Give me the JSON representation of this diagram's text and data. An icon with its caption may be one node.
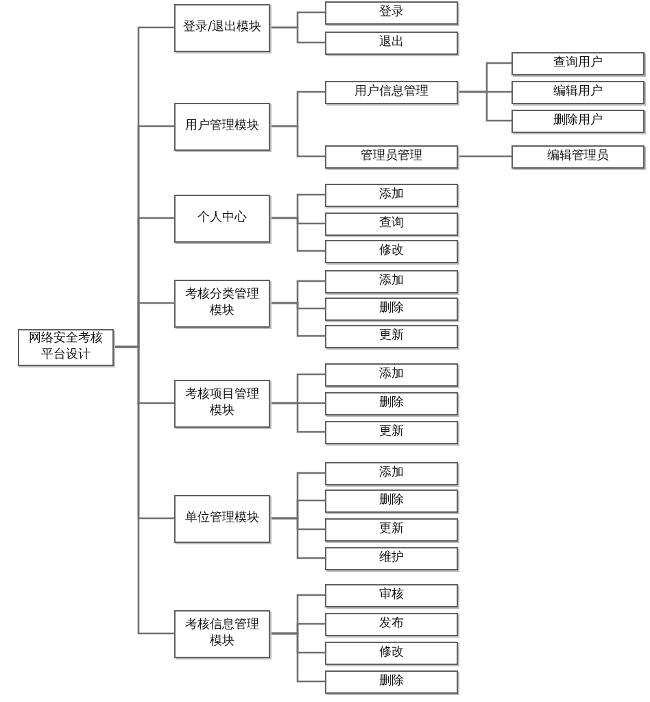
{
  "diagram": {
    "nodes": [
      {
        "text": [
          "网络安全考核平台设计"
        ]
      },
      {
        "text": [
          "登录/退出模块"
        ]
      },
      {
        "text": [
          "登录"
        ]
      },
      {
        "text": [
          "退出"
        ]
      },
      {
        "text": [
          "用户管理模块"
        ]
      },
      {
        "text": [
          "用户信息管理"
        ]
      },
      {
        "text": [
          "查询用户"
        ]
      },
      {
        "text": [
          "编辑用户"
        ]
      },
      {
        "text": [
          "删除用户"
        ]
      },
      {
        "text": [
          "管理员管理"
        ]
      },
      {
        "text": [
          "编辑管理员"
        ]
      },
      {
        "text": [
          "个人中心"
        ]
      },
      {
        "text": [
          "添加"
        ]
      },
      {
        "text": [
          "查询"
        ]
      },
      {
        "text": [
          "修改"
        ]
      },
      {
        "text": [
          "考核分类管理模块"
        ]
      },
      {
        "text": [
          "添加"
        ]
      },
      {
        "text": [
          "删除"
        ]
      },
      {
        "text": [
          "更新"
        ]
      },
      {
        "text": [
          "考核项目管理模块"
        ]
      },
      {
        "text": [
          "添加"
        ]
      },
      {
        "text": [
          "删除"
        ]
      },
      {
        "text": [
          "更新"
        ]
      },
      {
        "text": [
          "单位管理模块"
        ]
      },
      {
        "text": [
          "添加"
        ]
      },
      {
        "text": [
          "删除"
        ]
      },
      {
        "text": [
          "更新"
        ]
      },
      {
        "text": [
          "维护"
        ]
      },
      {
        "text": [
          "考核信息管理模块"
        ]
      },
      {
        "text": [
          "审核"
        ]
      },
      {
        "text": [
          "发布"
        ]
      },
      {
        "text": [
          "修改"
        ]
      },
      {
        "text": [
          "删除"
        ]
      }
    ],
    "edges": [
      {
        "from": 0,
        "to": 1,
        "arrow": "none"
      },
      {
        "from": 0,
        "to": 4,
        "arrow": "none"
      },
      {
        "from": 0,
        "to": 11,
        "arrow": "none"
      },
      {
        "from": 0,
        "to": 15,
        "arrow": "none"
      },
      {
        "from": 0,
        "to": 19,
        "arrow": "none"
      },
      {
        "from": 0,
        "to": 23,
        "arrow": "none"
      },
      {
        "from": 0,
        "to": 28,
        "arrow": "none"
      },
      {
        "from": 1,
        "to": 2,
        "arrow": "none"
      },
      {
        "from": 1,
        "to": 3,
        "arrow": "none"
      },
      {
        "from": 4,
        "to": 5,
        "arrow": "none"
      },
      {
        "from": 4,
        "to": 9,
        "arrow": "none"
      },
      {
        "from": 5,
        "to": 6,
        "arrow": "none"
      },
      {
        "from": 5,
        "to": 7,
        "arrow": "none"
      },
      {
        "from": 5,
        "to": 8,
        "arrow": "none"
      },
      {
        "from": 9,
        "to": 10,
        "arrow": "none"
      },
      {
        "from": 11,
        "to": 12,
        "arrow": "none"
      },
      {
        "from": 11,
        "to": 13,
        "arrow": "none"
      },
      {
        "from": 11,
        "to": 14,
        "arrow": "none"
      },
      {
        "from": 15,
        "to": 16,
        "arrow": "none"
      },
      {
        "from": 15,
        "to": 17,
        "arrow": "none"
      },
      {
        "from": 15,
        "to": 18,
        "arrow": "none"
      },
      {
        "from": 19,
        "to": 20,
        "arrow": "none"
      },
      {
        "from": 19,
        "to": 21,
        "arrow": "none"
      },
      {
        "from": 19,
        "to": 22,
        "arrow": "none"
      },
      {
        "from": 23,
        "to": 24,
        "arrow": "none"
      },
      {
        "from": 23,
        "to": 25,
        "arrow": "none"
      },
      {
        "from": 23,
        "to": 26,
        "arrow": "none"
      },
      {
        "from": 23,
        "to": 27,
        "arrow": "none"
      },
      {
        "from": 28,
        "to": 29,
        "arrow": "none"
      },
      {
        "from": 28,
        "to": 30,
        "arrow": "none"
      },
      {
        "from": 28,
        "to": 31,
        "arrow": "none"
      },
      {
        "from": 28,
        "to": 32,
        "arrow": "none"
      }
    ]
  }
}
